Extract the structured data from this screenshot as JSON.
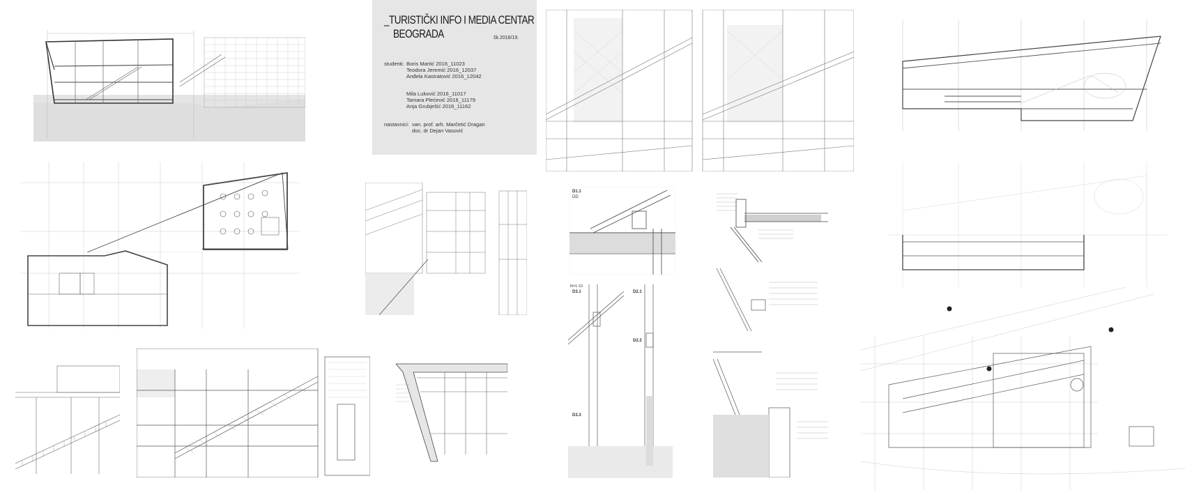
{
  "title_block": {
    "title_line1": "_TURISTIČKI INFO I MEDIA CENTAR",
    "title_line2": "BEOGRADA",
    "year": "šk.2018/19.",
    "students_label": "studenti:",
    "students": [
      "Boris Martić 2016_11023",
      "Teodora Jeremić 2016_12037",
      "Anđela Kastratović 2016_12042",
      "Mila Luković 2016_11017",
      "Tamara Plećević 2016_11179",
      "Anja Grubješić 2016_11162"
    ],
    "teachers_label": "nastavnici:",
    "teachers": [
      "van. prof. arh. Marčetić Dragan",
      "doc. dr Dejan Vasović"
    ]
  },
  "detail_labels": {
    "d11": "D1.1",
    "d31": "D3.1",
    "d21": "D2.1",
    "d22": "D2.2",
    "d33": "D3.3",
    "dd": "DD",
    "scale": "R=1:10"
  },
  "colors": {
    "line": "#555555",
    "faint": "#b5b5b5",
    "hatch": "#cfcfcf",
    "panel": "#e6e6e6"
  }
}
